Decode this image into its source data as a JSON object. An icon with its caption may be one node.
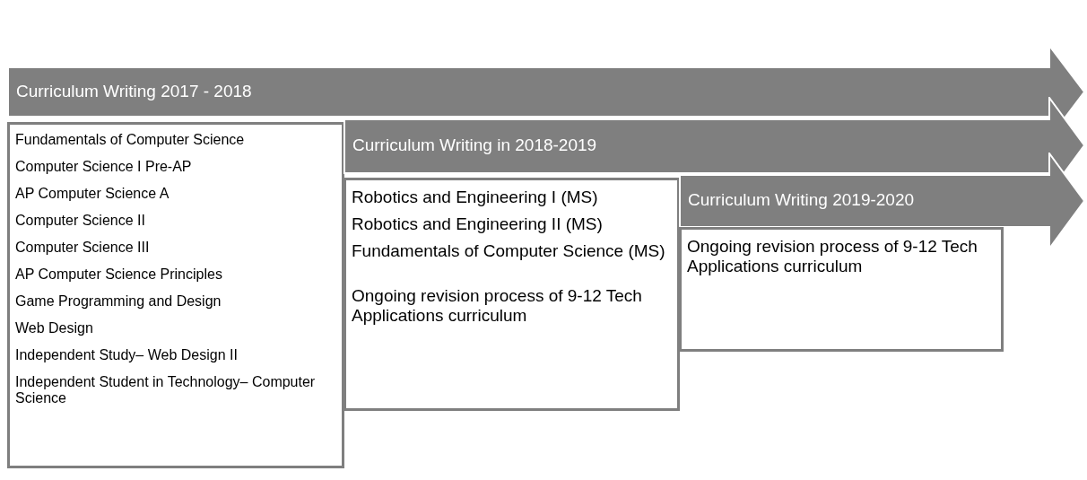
{
  "diagram": {
    "nodes": [
      {
        "text": [
          "Curriculum Writing 2017 - 2018"
        ]
      },
      {
        "text": [
          "Fundamentals of Computer Science",
          "Computer Science I Pre-AP",
          "AP Computer Science A",
          "Computer Science II",
          "Computer Science III",
          "AP Computer Science Principles",
          "Game Programming and Design",
          "Web Design",
          "Independent Study– Web Design II",
          "Independent Student in Technology– Computer Science"
        ]
      },
      {
        "text": [
          "Curriculum Writing in 2018-2019"
        ]
      },
      {
        "text": [
          "Robotics and Engineering I (MS)",
          "Robotics and Engineering II (MS)",
          "Fundamentals of Computer Science (MS)",
          "Ongoing revision process of 9-12 Tech Applications curriculum"
        ]
      },
      {
        "text": [
          "Curriculum Writing 2019-2020"
        ]
      },
      {
        "text": [
          "Ongoing revision process of 9-12 Tech Applications curriculum"
        ]
      }
    ]
  }
}
